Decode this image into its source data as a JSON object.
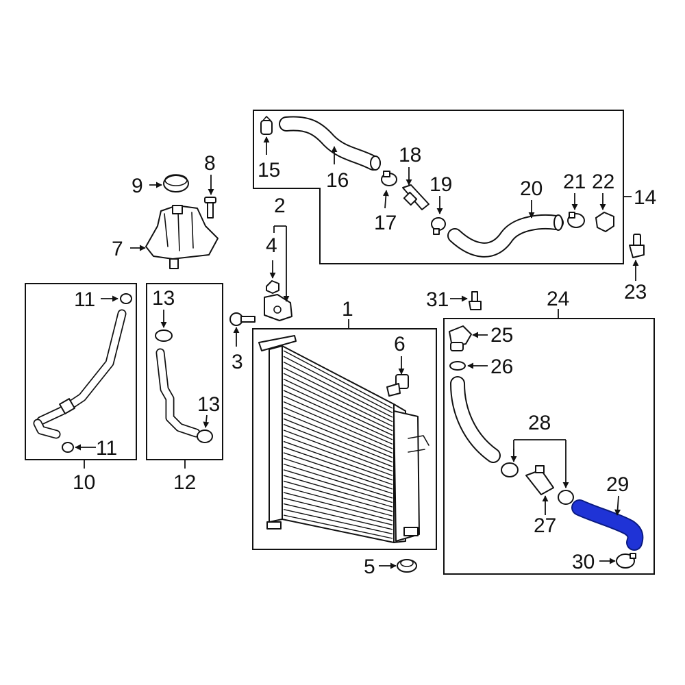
{
  "highlight_color": "#1f33d6",
  "callouts": {
    "c1": "1",
    "c2": "2",
    "c3": "3",
    "c4": "4",
    "c5": "5",
    "c6": "6",
    "c7": "7",
    "c8": "8",
    "c9": "9",
    "c10": "10",
    "c11a": "11",
    "c11b": "11",
    "c12": "12",
    "c13a": "13",
    "c13b": "13",
    "c14": "14",
    "c15": "15",
    "c16": "16",
    "c17": "17",
    "c18": "18",
    "c19": "19",
    "c20": "20",
    "c21": "21",
    "c22": "22",
    "c23": "23",
    "c24": "24",
    "c25": "25",
    "c26": "26",
    "c27": "27",
    "c28": "28",
    "c29": "29",
    "c30": "30",
    "c31": "31"
  }
}
